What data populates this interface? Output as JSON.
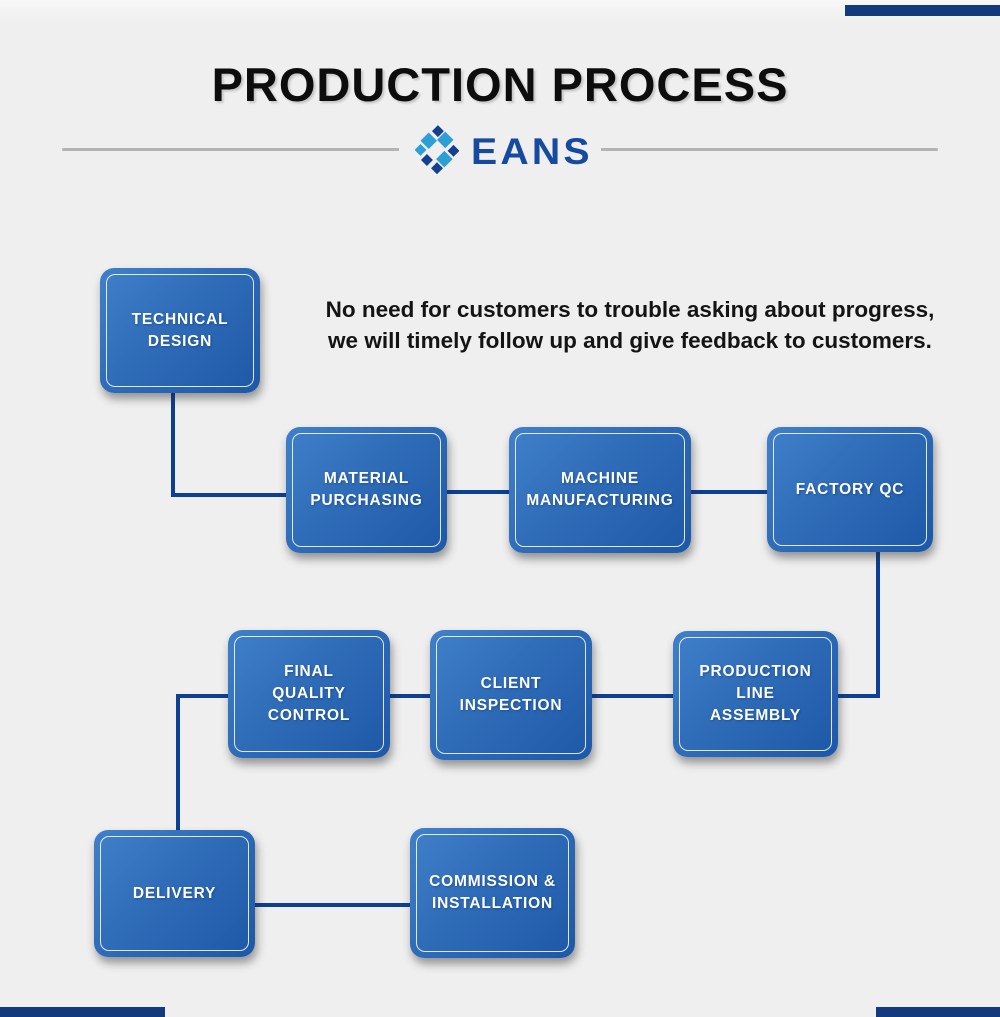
{
  "page": {
    "background_color": "#efefef"
  },
  "header": {
    "title": "PRODUCTION PROCESS",
    "brand_name": "EANS",
    "brand_color": "#164a9e",
    "logo_icon": "x-diamonds-icon",
    "logo_dark_blue": "#123f8e",
    "logo_light_blue": "#2d9fd6",
    "divider_color": "#b3b3b3"
  },
  "intro": {
    "line1": "No need for customers to trouble asking about progress,",
    "line2": "we will timely follow up and give feedback to customers."
  },
  "flow": {
    "connector_color": "#0d3f92",
    "box_gradient_start": "#4080c9",
    "box_gradient_end": "#1d58a6",
    "box_text_color": "#ffffff",
    "steps": [
      {
        "id": "technical-design",
        "lines": [
          "TECHNICAL",
          "DESIGN"
        ]
      },
      {
        "id": "material-purchasing",
        "lines": [
          "MATERIAL",
          "PURCHASING"
        ]
      },
      {
        "id": "machine-manufacturing",
        "lines": [
          "MACHINE",
          "MANUFACTURING"
        ]
      },
      {
        "id": "factory-qc",
        "lines": [
          "FACTORY QC"
        ]
      },
      {
        "id": "production-line-assembly",
        "lines": [
          "PRODUCTION",
          "LINE",
          "ASSEMBLY"
        ]
      },
      {
        "id": "client-inspection",
        "lines": [
          "CLIENT",
          "INSPECTION"
        ]
      },
      {
        "id": "final-quality-control",
        "lines": [
          "FINAL",
          "QUALITY",
          "CONTROL"
        ]
      },
      {
        "id": "delivery",
        "lines": [
          "DELIVERY"
        ]
      },
      {
        "id": "commission-installation",
        "lines": [
          "COMMISSION &",
          "INSTALLATION"
        ]
      }
    ],
    "sequence": [
      "TECHNICAL DESIGN",
      "MATERIAL PURCHASING",
      "MACHINE MANUFACTURING",
      "FACTORY QC",
      "PRODUCTION LINE ASSEMBLY",
      "CLIENT INSPECTION",
      "FINAL QUALITY CONTROL",
      "DELIVERY",
      "COMMISSION & INSTALLATION"
    ]
  },
  "accents": {
    "corner_bar_color": "#123a7d"
  }
}
